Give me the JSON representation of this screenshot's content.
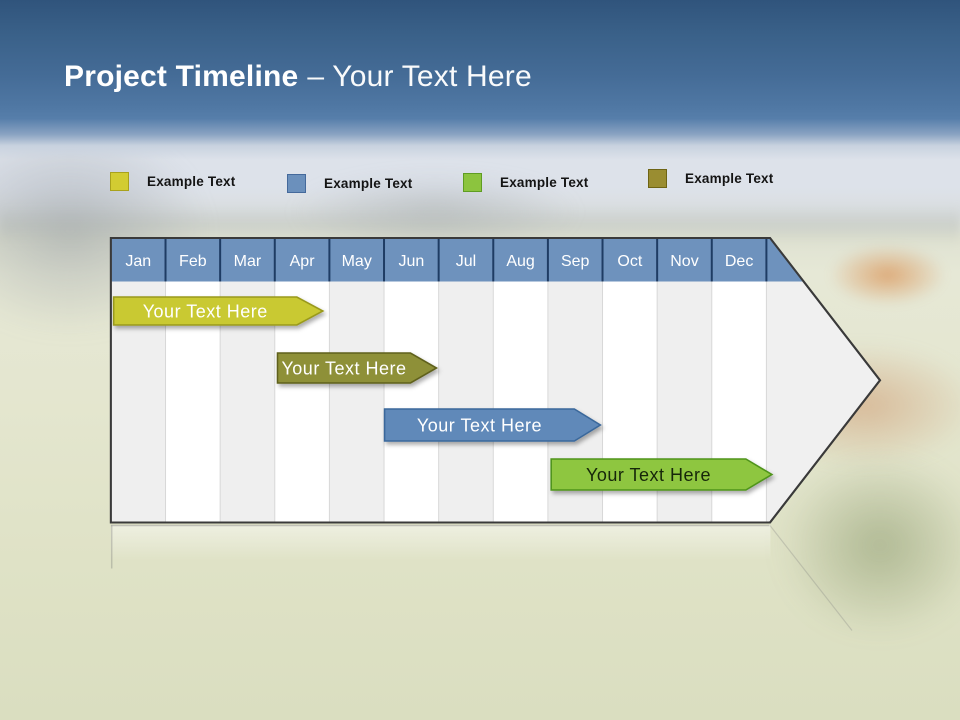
{
  "slide": {
    "title_main": "Project Timeline",
    "title_suffix": "– Your Text Here"
  },
  "legend": {
    "items": [
      {
        "label": "Example Text",
        "fill": "#d2cc32",
        "border": "#a9a21c"
      },
      {
        "label": "Example Text",
        "fill": "#6b90bc",
        "border": "#44699b"
      },
      {
        "label": "Example Text",
        "fill": "#8cc43e",
        "border": "#5f9d22"
      },
      {
        "label": "Example Text",
        "fill": "#9a8d31",
        "border": "#6e6414"
      }
    ]
  },
  "timeline": {
    "months": [
      "Jan",
      "Feb",
      "Mar",
      "Apr",
      "May",
      "Jun",
      "Jul",
      "Aug",
      "Sep",
      "Oct",
      "Nov",
      "Dec"
    ],
    "colors": {
      "header_fill": "#6e92bd",
      "header_separator": "#1e3c64",
      "header_text": "#ffffff",
      "body_fill_odd": "#efefef",
      "body_fill_even": "#ffffff",
      "body_separator": "#d8d8d8",
      "outline": "#3a3a3a",
      "arrow_fill": "#f0f0f0"
    },
    "bars": [
      {
        "label": "Your  Text Here",
        "row": 0,
        "start_month": 0.05,
        "end_month": 3.88,
        "fill": "#c9c931",
        "stroke": "#99991f",
        "text_color": "#ffffff"
      },
      {
        "label": "Your  Text Here",
        "row": 1,
        "start_month": 3.05,
        "end_month": 5.96,
        "fill": "#8e9038",
        "stroke": "#5f611b",
        "text_color": "#ffffff"
      },
      {
        "label": "Your  Text Here",
        "row": 2,
        "start_month": 5.01,
        "end_month": 8.96,
        "fill": "#6189b9",
        "stroke": "#3a689b",
        "text_color": "#ffffff"
      },
      {
        "label": "Your  Text Here",
        "row": 3,
        "start_month": 8.06,
        "end_month": 12.1,
        "fill": "#8ec63f",
        "stroke": "#4f941a",
        "text_color": "#16270a"
      }
    ]
  }
}
